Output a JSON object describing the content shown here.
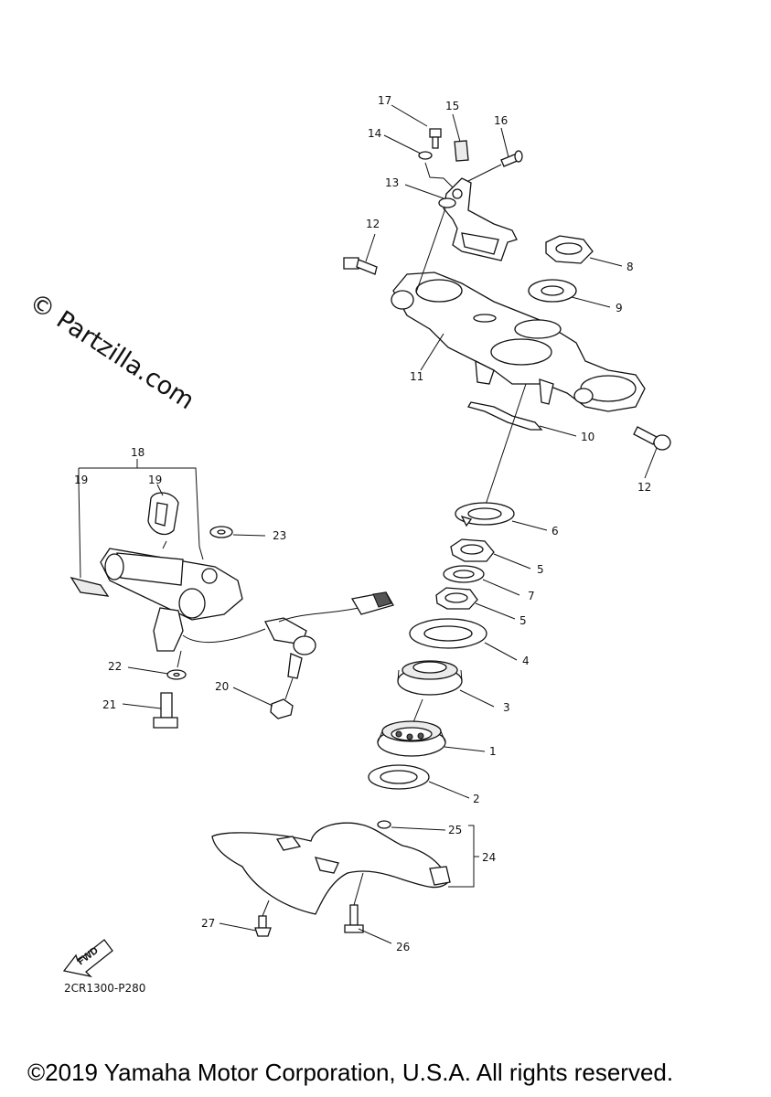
{
  "watermark": "© Partzilla.com",
  "diagram_code": "2CR1300-P280",
  "fwd_label": "FWD",
  "copyright": "©2019 Yamaha Motor Corporation, U.S.A. All rights reserved.",
  "callouts": {
    "c1": "1",
    "c2": "2",
    "c3": "3",
    "c4": "4",
    "c5a": "5",
    "c5b": "5",
    "c6": "6",
    "c7": "7",
    "c8": "8",
    "c9": "9",
    "c10": "10",
    "c11": "11",
    "c12a": "12",
    "c12b": "12",
    "c13": "13",
    "c14": "14",
    "c15": "15",
    "c16": "16",
    "c17": "17",
    "c18": "18",
    "c19a": "19",
    "c19b": "19",
    "c20": "20",
    "c21": "21",
    "c22": "22",
    "c23": "23",
    "c24": "24",
    "c25": "25",
    "c26": "26",
    "c27": "27"
  }
}
